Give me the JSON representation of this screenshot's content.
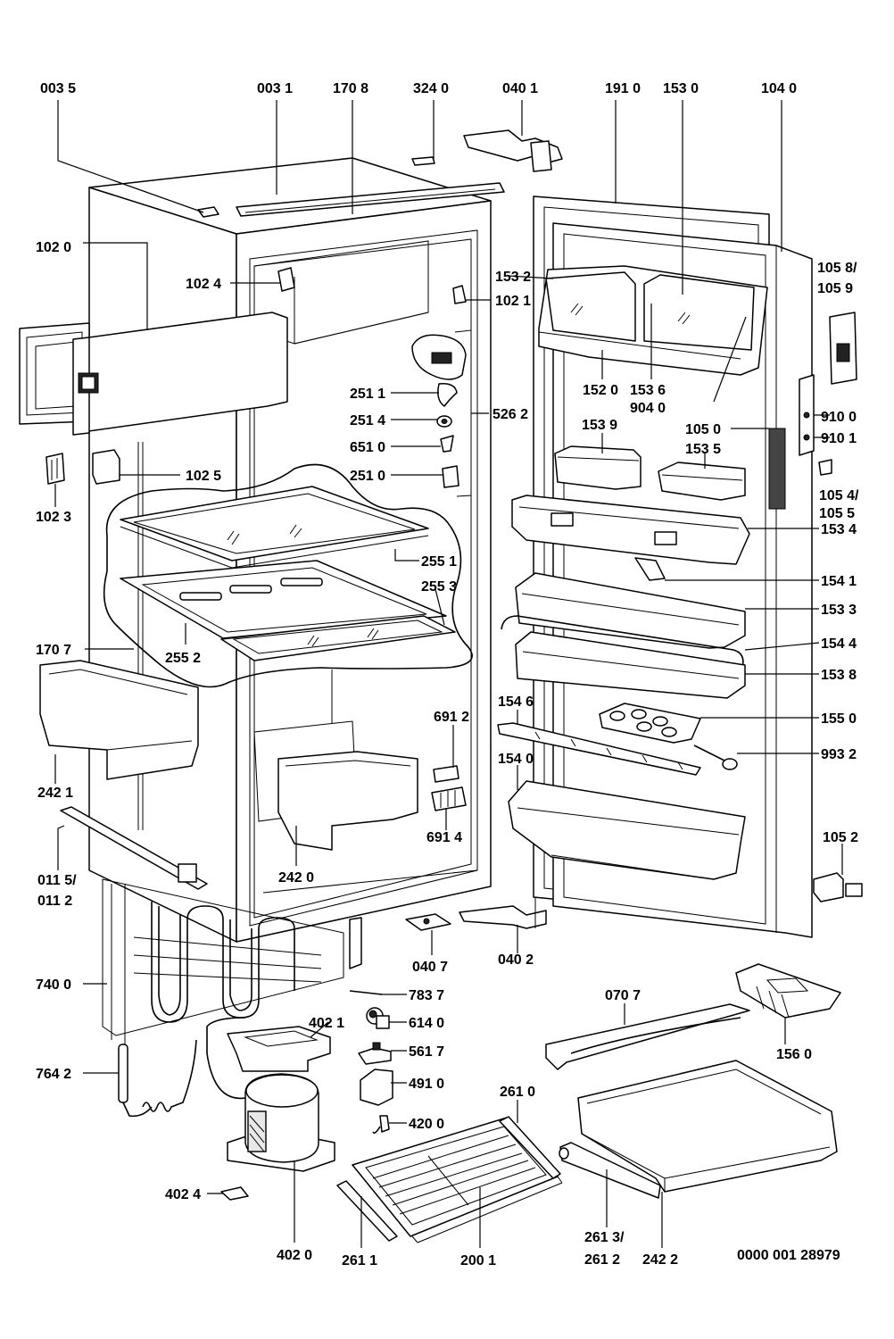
{
  "labels": {
    "l0035": "003 5",
    "l0031": "003 1",
    "l1708": "170 8",
    "l3240": "324 0",
    "l0401": "040 1",
    "l1910": "191 0",
    "l1530": "153 0",
    "l1040": "104 0",
    "l1020": "102 0",
    "l1024": "102 4",
    "l1532": "153 2",
    "l1021": "102 1",
    "l1058": "105 8/",
    "l1059": "105 9",
    "l2511": "251 1",
    "l1520": "152 0",
    "l1536": "153 6",
    "l9040": "904 0",
    "l2514": "251 4",
    "l5262": "526 2",
    "l9100": "910 0",
    "l6510": "651 0",
    "l1050": "105 0",
    "l9101": "910 1",
    "l1539": "153 9",
    "l1535": "153 5",
    "l1025": "102 5",
    "l2510": "251 0",
    "l1054": "105 4/",
    "l1055": "105 5",
    "l1023": "102 3",
    "l1534": "153 4",
    "l2551": "255 1",
    "l1541": "154 1",
    "l2553": "255 3",
    "l1533": "153 3",
    "l1707": "170 7",
    "l2552": "255 2",
    "l1544": "154 4",
    "l1538": "153 8",
    "l1546": "154 6",
    "l1550": "155 0",
    "l6912": "691 2",
    "l9932": "993 2",
    "l2421": "242 1",
    "l1540": "154 0",
    "l6914": "691 4",
    "l1052": "105 2",
    "l2420": "242 0",
    "l0115": "011 5/",
    "l0112": "011 2",
    "l0407": "040 7",
    "l0402": "040 2",
    "l7400": "740 0",
    "l7837": "783 7",
    "l0707": "070 7",
    "l4021": "402 1",
    "l6140": "614 0",
    "l5617": "561 7",
    "l1560": "156 0",
    "l7642": "764 2",
    "l4910": "491 0",
    "l2610": "261 0",
    "l4200": "420 0",
    "l4024": "402 4",
    "l4020": "402 0",
    "l2611": "261 1",
    "l2001": "200 1",
    "l2613": "261 3/",
    "l2612": "261 2",
    "l2422": "242 2",
    "docnum": "0000 001 28979"
  }
}
